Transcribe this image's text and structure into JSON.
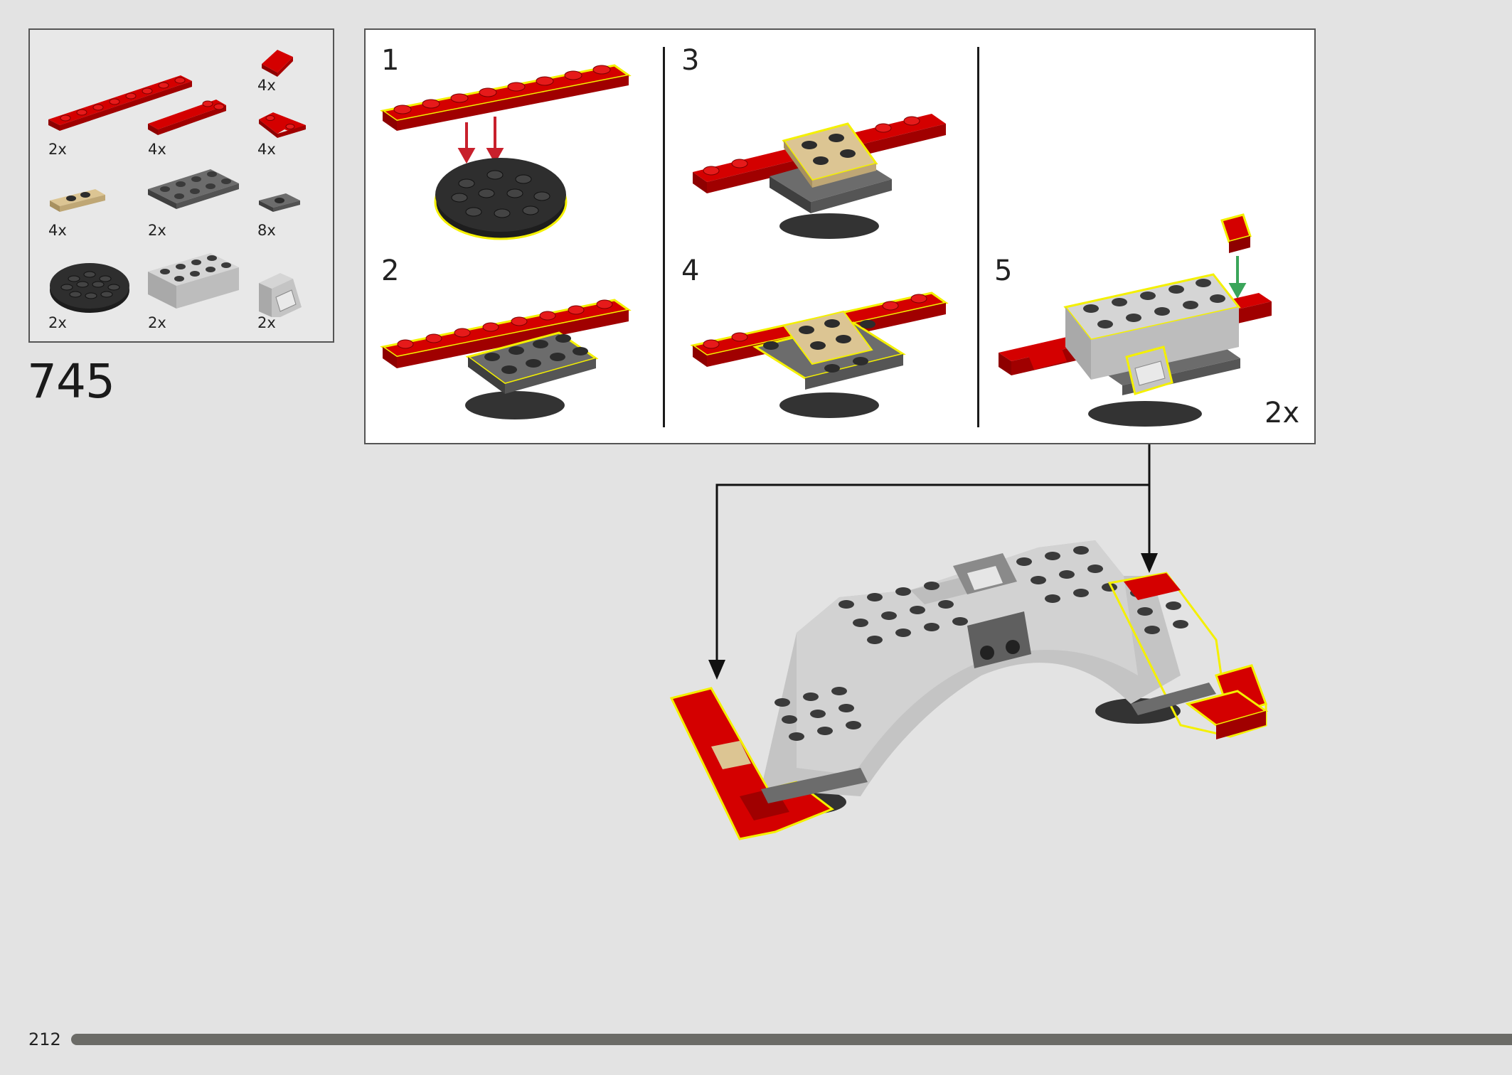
{
  "colors": {
    "red": "#d40000",
    "dark_red": "#8e0000",
    "tan": "#dcc593",
    "dark_gray": "#5f5f5f",
    "black": "#2c2c2c",
    "light_gray": "#c4c4c4",
    "highlight": "#f4f000",
    "arrow_red": "#c8202c",
    "arrow_green": "#3aa55a"
  },
  "parts_list": {
    "items": [
      {
        "qty": "4x",
        "icon": "red-slope-icon"
      },
      {
        "qty": "2x",
        "icon": "red-long-plate-icon"
      },
      {
        "qty": "4x",
        "icon": "red-plate-icon"
      },
      {
        "qty": "4x",
        "icon": "red-corner-plate-icon"
      },
      {
        "qty": "4x",
        "icon": "tan-jumper-plate-icon"
      },
      {
        "qty": "2x",
        "icon": "dark-gray-plate-icon"
      },
      {
        "qty": "8x",
        "icon": "dark-gray-jumper-icon"
      },
      {
        "qty": "2x",
        "icon": "black-round-plate-icon"
      },
      {
        "qty": "2x",
        "icon": "light-gray-brick-icon"
      },
      {
        "qty": "2x",
        "icon": "light-gray-windscreen-icon"
      }
    ]
  },
  "step": {
    "number": "745"
  },
  "substeps": {
    "labels": [
      "1",
      "2",
      "3",
      "4",
      "5"
    ],
    "multiplier": "2x"
  },
  "page": {
    "number": "212"
  }
}
